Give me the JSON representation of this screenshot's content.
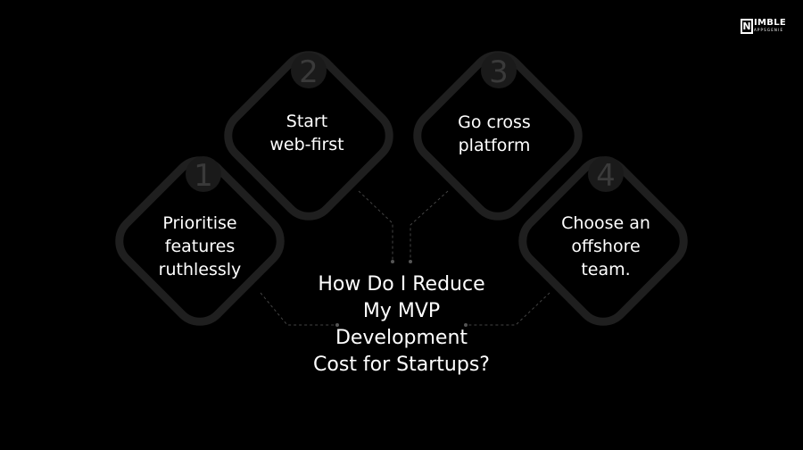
{
  "logo": {
    "mark": "N",
    "text": "IMBLE",
    "subtext": "APPSGENIE"
  },
  "diagram": {
    "title": "How Do I Reduce\nMy MVP\nDevelopment\nCost for Startups?",
    "steps": [
      {
        "number": "1",
        "text": "Prioritise\nfeatures\nruthlessly"
      },
      {
        "number": "2",
        "text": "Start\nweb-first"
      },
      {
        "number": "3",
        "text": "Go cross\nplatform"
      },
      {
        "number": "4",
        "text": "Choose an\noffshore\nteam."
      }
    ]
  },
  "colors": {
    "background": "#000000",
    "diamond_outline": "#1f1f1f",
    "number_badge": "#1a1a1a",
    "number_text": "#3a3a3a",
    "connector": "#444444",
    "text": "#ffffff"
  }
}
